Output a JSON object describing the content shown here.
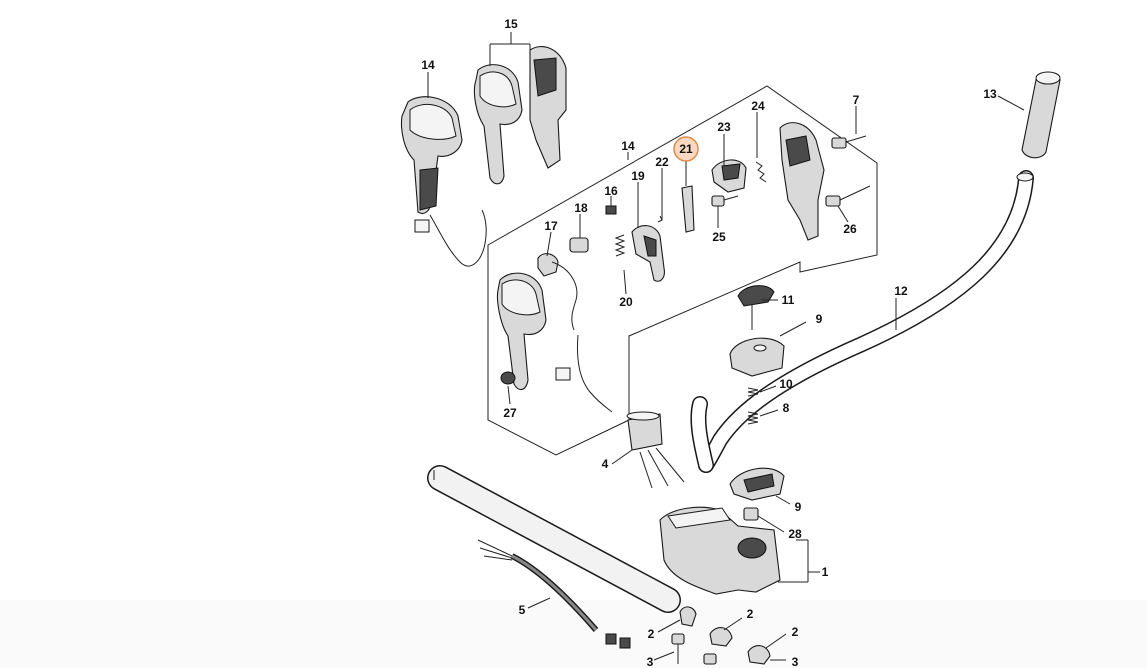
{
  "labels": {
    "p14a": "14",
    "p15": "15",
    "p14b": "14",
    "p24": "24",
    "p7": "7",
    "p13": "13",
    "p21": "21",
    "p22": "22",
    "p23": "23",
    "p16": "16",
    "p19": "19",
    "p18": "18",
    "p17": "17",
    "p25": "25",
    "p26": "26",
    "p20": "20",
    "p11": "11",
    "p12": "12",
    "p9a": "9",
    "p10": "10",
    "p8": "8",
    "p27": "27",
    "p4": "4",
    "p9b": "9",
    "p28": "28",
    "p1": "1",
    "p5": "5",
    "p2a": "2",
    "p2b": "2",
    "p2c": "2",
    "p3a": "3",
    "p3b": "3"
  },
  "highlight": {
    "part": "21",
    "color": "#f0a060"
  }
}
